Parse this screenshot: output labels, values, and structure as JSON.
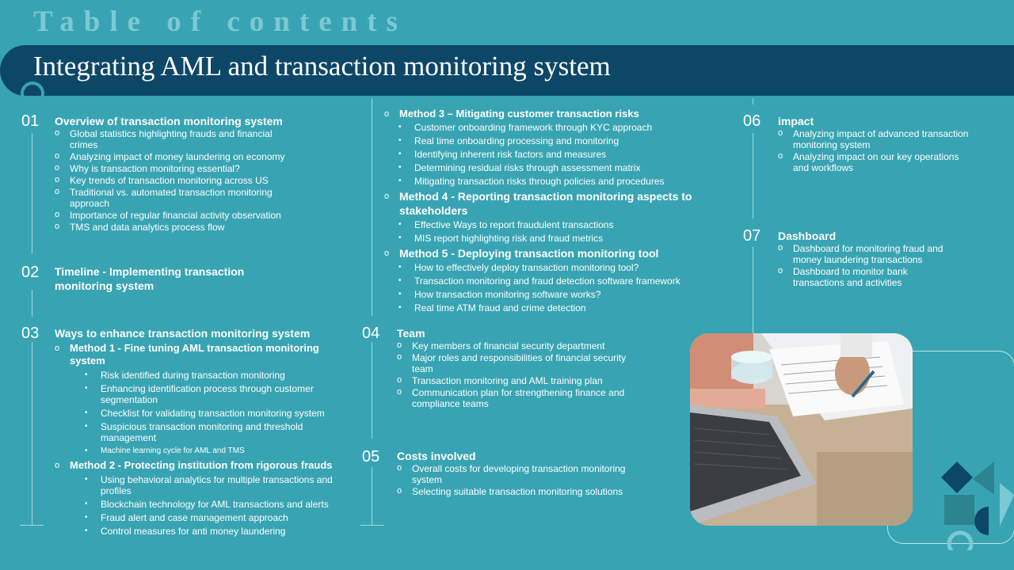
{
  "header": {
    "toc_title": "Table of contents",
    "banner_title": "Integrating AML and transaction monitoring system"
  },
  "sections": {
    "s01": {
      "num": "01",
      "title": "Overview of transaction monitoring system",
      "items": [
        "Global statistics highlighting frauds and financial crimes",
        "Analyzing impact of money laundering on economy",
        "Why is transaction monitoring essential?",
        "Key trends of transaction monitoring across US",
        "Traditional vs. automated transaction monitoring approach",
        "Importance of regular financial activity observation",
        "TMS and data analytics process flow"
      ]
    },
    "s02": {
      "num": "02",
      "title": "Timeline - Implementing transaction monitoring system"
    },
    "s03": {
      "num": "03",
      "title": "Ways to enhance transaction monitoring system",
      "method1": {
        "title": "Method 1 - Fine tuning AML transaction monitoring system",
        "items": [
          "Risk identified during transaction monitoring",
          "Enhancing identification process through customer segmentation",
          "Checklist for validating transaction monitoring system",
          "Suspicious transaction monitoring and threshold management",
          "Machine learning cycle for AML and TMS"
        ]
      },
      "method2": {
        "title": "Method 2 - Protecting institution from rigorous frauds",
        "items": [
          "Using behavioral analytics for multiple transactions and profiles",
          "Blockchain technology for AML transactions and alerts",
          "Fraud alert and case management approach",
          "Control measures for anti money laundering"
        ]
      },
      "method3": {
        "title": "Method 3 – Mitigating customer transaction risks",
        "items": [
          "Customer onboarding framework through KYC approach",
          "Real time onboarding processing and monitoring",
          "Identifying inherent risk factors and measures",
          "Determining residual risks through assessment matrix",
          "Mitigating transaction risks through policies and procedures"
        ]
      },
      "method4": {
        "title": "Method 4 - Reporting transaction monitoring aspects to stakeholders",
        "items": [
          "Effective Ways to report fraudulent transactions",
          "MIS report highlighting risk and fraud metrics"
        ]
      },
      "method5": {
        "title": "Method 5 - Deploying transaction monitoring tool",
        "items": [
          "How to effectively deploy transaction monitoring tool?",
          "Transaction monitoring and fraud detection software framework",
          "How transaction monitoring software works?",
          "Real time ATM fraud and crime detection"
        ]
      }
    },
    "s04": {
      "num": "04",
      "title": "Team",
      "items": [
        "Key members of financial security department",
        "Major roles and responsibilities of financial security team",
        "Transaction monitoring and AML training plan",
        "Communication plan for strengthening finance and compliance teams"
      ]
    },
    "s05": {
      "num": "05",
      "title": "Costs involved",
      "items": [
        "Overall costs for developing transaction monitoring system",
        "Selecting suitable transaction monitoring solutions"
      ]
    },
    "s06": {
      "num": "06",
      "title": "impact",
      "items": [
        "Analyzing impact of advanced transaction monitoring system",
        "Analyzing impact on our key operations and workflows"
      ]
    },
    "s07": {
      "num": "07",
      "title": "Dashboard",
      "items": [
        "Dashboard for monitoring fraud and money laundering transactions",
        "Dashboard to monitor bank transactions and activities"
      ]
    }
  },
  "colors": {
    "background": "#38a4b3",
    "banner": "#0d4768",
    "title_faded": "#7cc9d3",
    "text": "#ffffff"
  }
}
